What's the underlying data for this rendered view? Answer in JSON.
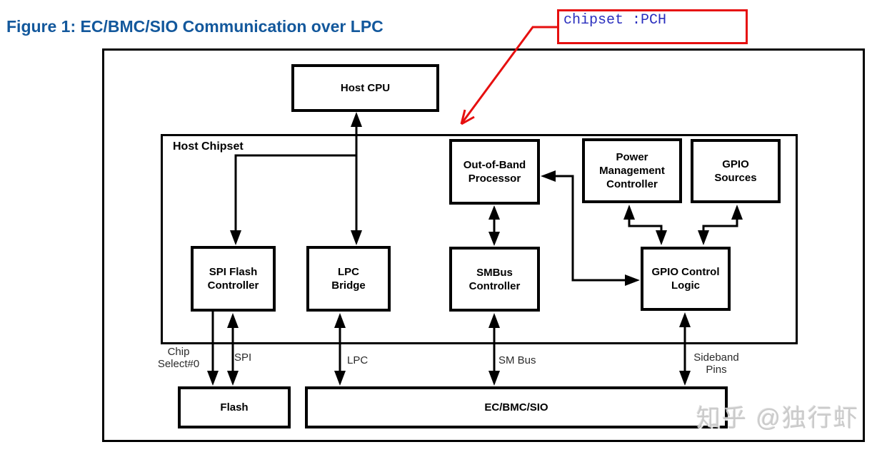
{
  "title": "Figure 1: EC/BMC/SIO Communication over LPC",
  "annotation": {
    "text": "chipset :PCH"
  },
  "blocks": {
    "host_cpu": {
      "label": "Host CPU"
    },
    "host_chipset": {
      "label": "Host Chipset"
    },
    "oob_processor": {
      "label": "Out-of-Band\nProcessor"
    },
    "power_mgmt": {
      "label": "Power\nManagement\nController"
    },
    "gpio_sources": {
      "label": "GPIO\nSources"
    },
    "spi_flash": {
      "label": "SPI Flash\nController"
    },
    "lpc_bridge": {
      "label": "LPC\nBridge"
    },
    "smbus_controller": {
      "label": "SMBus\nController"
    },
    "gpio_control": {
      "label": "GPIO Control\nLogic"
    },
    "flash": {
      "label": "Flash"
    },
    "ec_bmc_sio": {
      "label": "EC/BMC/SIO"
    }
  },
  "bus_labels": {
    "chip_select": "Chip\nSelect#0",
    "spi": "SPI",
    "lpc": "LPC",
    "sm_bus": "SM Bus",
    "sideband": "Sideband\nPins"
  },
  "watermark": {
    "text": "知乎 @独行虾"
  },
  "colors": {
    "title": "#13589c",
    "line": "#000000",
    "annotation": "#e60f0f",
    "annotation_text": "#2a2fbe",
    "watermark": "#cbcbcb",
    "box_border": "#000000",
    "background": "#ffffff",
    "bus_label": "#2b2b2b"
  }
}
